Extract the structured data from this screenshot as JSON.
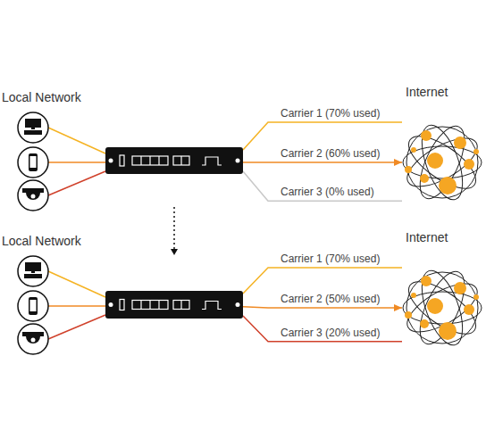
{
  "diagram": {
    "nodes": [
      {
        "text": []
      },
      {
        "text": [
          "Internet"
        ]
      },
      {
        "text": []
      },
      {
        "text": [
          "Internet"
        ]
      }
    ],
    "edges": [
      {
        "from": 0,
        "to": 1,
        "label": "Carrier 1 (70% used)",
        "arrow": "none"
      },
      {
        "from": 0,
        "to": 1,
        "label": "Carrier 2 (60% used)",
        "arrow": "to"
      },
      {
        "from": 0,
        "to": 1,
        "label": "Carrier 3 (0% used)",
        "arrow": "none"
      },
      {
        "from": 2,
        "to": 3,
        "label": "Carrier 1 (70% used)",
        "arrow": "none"
      },
      {
        "from": 2,
        "to": 3,
        "label": "Carrier 2 (50% used)",
        "arrow": "to"
      },
      {
        "from": 2,
        "to": 3,
        "label": "Carrier 3 (20% used)",
        "arrow": "none"
      }
    ],
    "labels": [
      "Local Network",
      "Local Network"
    ]
  }
}
